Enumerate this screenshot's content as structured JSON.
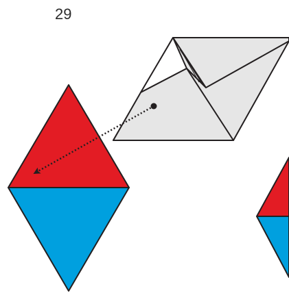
{
  "page": {
    "number": "29"
  },
  "colors": {
    "red": "#e31c24",
    "blue": "#00a0df",
    "paper_gray": "#e6e6e6",
    "outline": "#231f20",
    "background": "#ffffff"
  },
  "figures": [
    {
      "name": "folded-rhombus-with-flap",
      "fill": "gray"
    },
    {
      "name": "red-blue-diamond",
      "top_fill": "red",
      "bottom_fill": "blue"
    },
    {
      "name": "partial-red-blue-diamond",
      "top_fill": "red",
      "bottom_fill": "blue"
    },
    {
      "name": "dotted-arrow",
      "description_icon": "move-arrow-icon"
    }
  ]
}
